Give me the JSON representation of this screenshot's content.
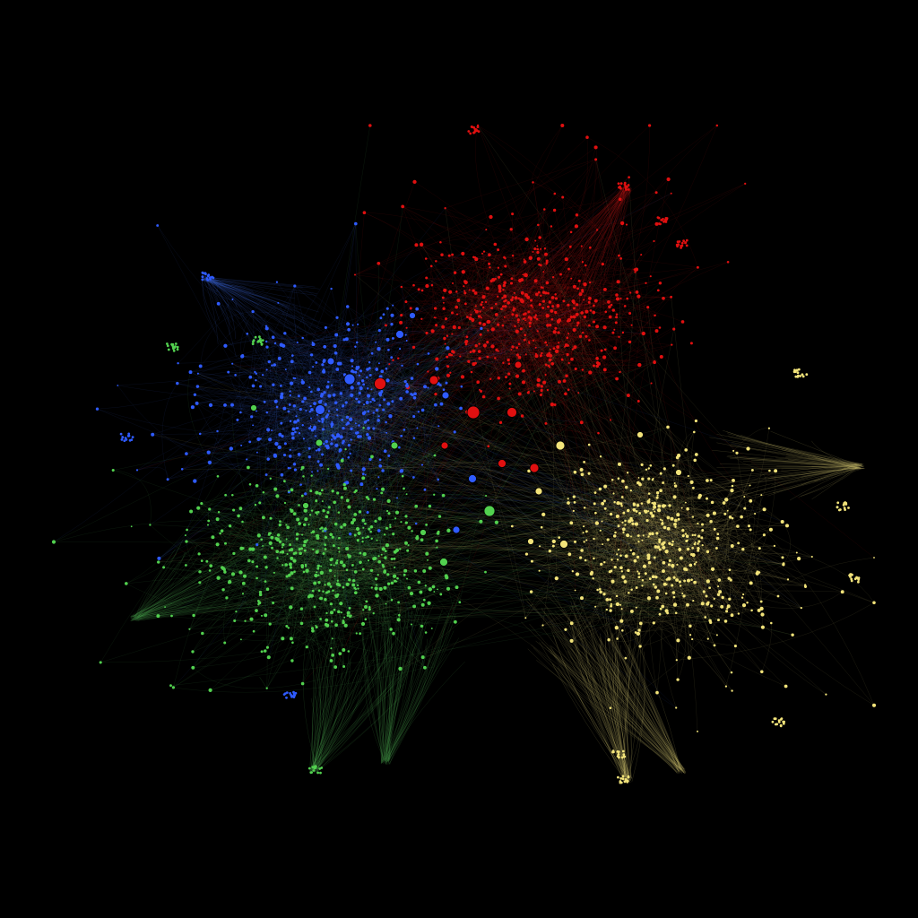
{
  "figure": {
    "type": "network-graph",
    "background": "#000000",
    "edge_style": "thin translucent curved edges colored by community"
  },
  "communities": [
    {
      "id": "red",
      "color": "#e01010",
      "edge_color": "#c41818",
      "region": "top-right"
    },
    {
      "id": "blue",
      "color": "#2f5bff",
      "edge_color": "#3c66d8",
      "region": "upper-left"
    },
    {
      "id": "green",
      "color": "#52d14f",
      "edge_color": "#4cae52",
      "region": "lower-left"
    },
    {
      "id": "yellow",
      "color": "#f2e37a",
      "edge_color": "#d8c870",
      "region": "lower-right"
    }
  ]
}
